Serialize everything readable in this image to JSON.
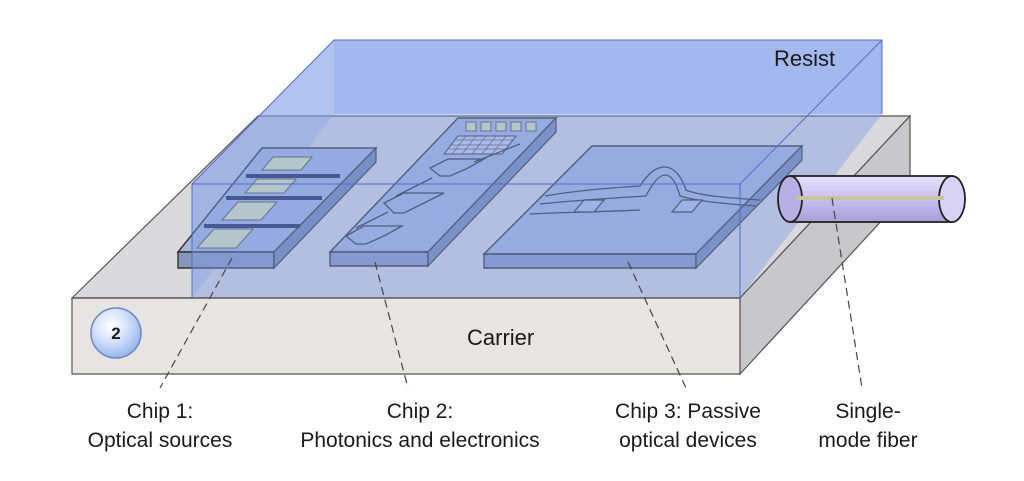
{
  "labels": {
    "resist": "Resist",
    "carrier": "Carrier",
    "step_badge": "2",
    "chip1": [
      "Chip 1:",
      "Optical sources"
    ],
    "chip2": [
      "Chip 2:",
      "Photonics and electronics"
    ],
    "chip3": [
      "Chip 3: Passive",
      "optical devices"
    ],
    "fiber": [
      "Single-",
      "mode fiber"
    ]
  },
  "colors": {
    "carrier_front": "#e4e3e1",
    "carrier_top": "#d7d7d9",
    "resist": "#7f9fe6",
    "chip": "#a9b8dc",
    "source_pad": "#dde6b6",
    "badge": "#b9cff5",
    "fiber": "#cbc3f2"
  }
}
